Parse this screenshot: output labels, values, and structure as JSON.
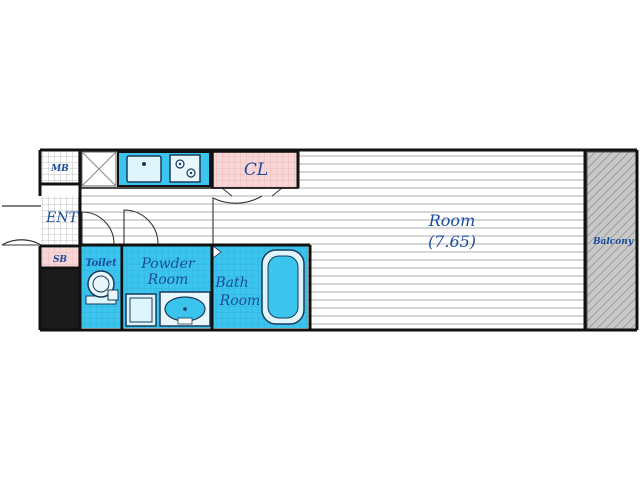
{
  "rooms": {
    "mb": "MB",
    "ent": "ENT",
    "sb": "SB",
    "cl": "CL",
    "toilet": "Toilet",
    "powder_line1": "Powder",
    "powder_line2": "Room",
    "bath_line1": "Bath",
    "bath_line2": "Room",
    "room_name": "Room",
    "room_size": "(7.65)",
    "balcony": "Balcony"
  },
  "colors": {
    "wall": "#111111",
    "wet_area": "#3ac4ee",
    "closet": "#f7d6d6",
    "label": "#1a4d9c",
    "balcony": "#c8c8c8"
  }
}
